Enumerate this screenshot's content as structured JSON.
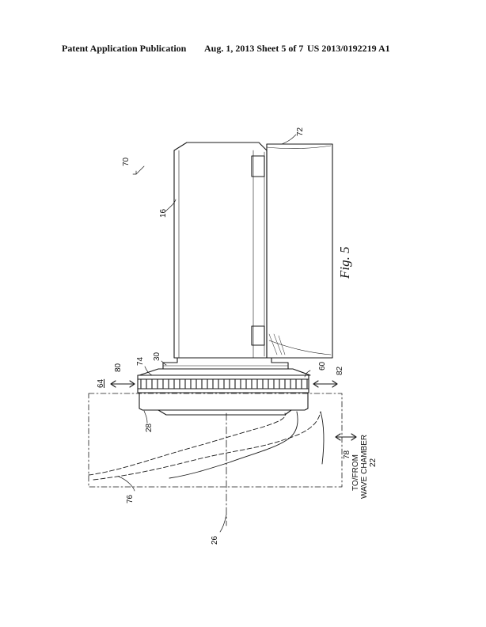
{
  "header": {
    "publication": "Patent Application Publication",
    "date_sheet": "Aug. 1, 2013   Sheet 5 of 7",
    "patent_number": "US 2013/0192219 A1"
  },
  "figure": {
    "caption": "Fig. 5",
    "labels": {
      "l70": "70",
      "l72": "72",
      "l16": "16",
      "l64": "64",
      "l80": "80",
      "l74": "74",
      "l30": "30",
      "l60": "60",
      "l82": "82",
      "l28": "28",
      "l78": "78",
      "to_from": "TO/FROM",
      "wave_chamber": "WAVE CHAMBER",
      "l22": "22",
      "l76": "76",
      "l26": "26"
    }
  }
}
